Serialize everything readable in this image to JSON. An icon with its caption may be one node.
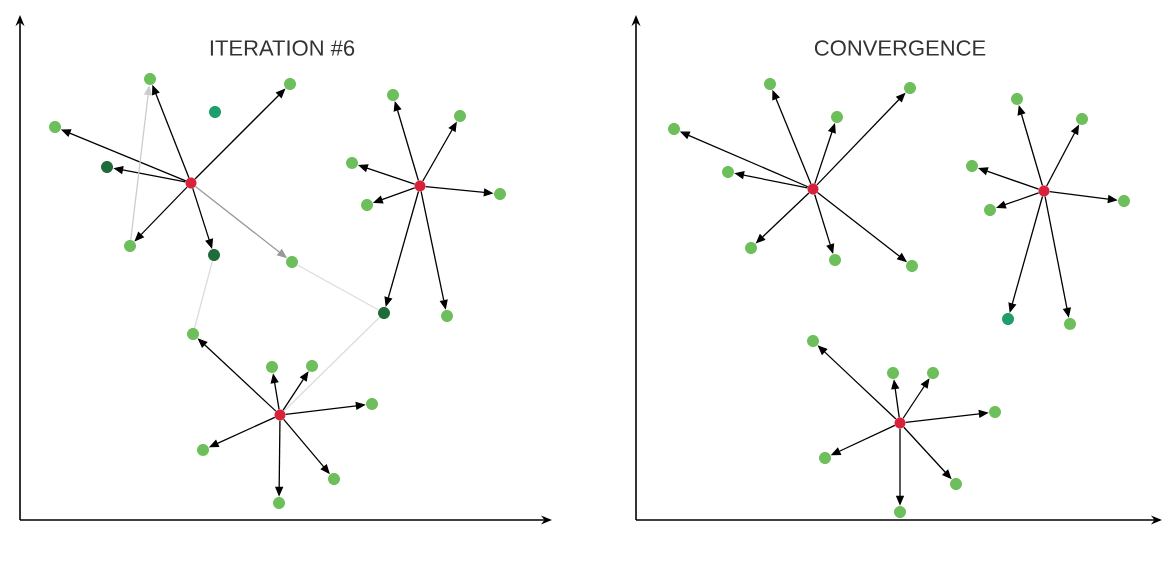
{
  "diagram": {
    "nodes": [
      {
        "text": [],
        "shape": "circle"
      },
      {
        "text": [],
        "shape": "circle"
      },
      {
        "text": [],
        "shape": "circle"
      },
      {
        "text": [],
        "shape": "circle"
      },
      {
        "text": [],
        "shape": "circle"
      },
      {
        "text": [],
        "shape": "circle"
      },
      {
        "text": [],
        "shape": "circle"
      },
      {
        "text": [],
        "shape": "circle"
      },
      {
        "text": [],
        "shape": "circle"
      },
      {
        "text": [],
        "shape": "circle"
      },
      {
        "text": [],
        "shape": "circle"
      },
      {
        "text": [],
        "shape": "circle"
      },
      {
        "text": [],
        "shape": "circle"
      },
      {
        "text": [],
        "shape": "circle"
      },
      {
        "text": [],
        "shape": "circle"
      },
      {
        "text": [],
        "shape": "circle"
      },
      {
        "text": [],
        "shape": "circle"
      },
      {
        "text": [],
        "shape": "circle"
      },
      {
        "text": [],
        "shape": "circle"
      },
      {
        "text": [],
        "shape": "circle"
      },
      {
        "text": [],
        "shape": "circle"
      },
      {
        "text": [],
        "shape": "circle"
      },
      {
        "text": [],
        "shape": "circle"
      },
      {
        "text": [],
        "shape": "circle"
      },
      {
        "text": [],
        "shape": "circle"
      },
      {
        "text": [],
        "shape": "circle"
      },
      {
        "text": [],
        "shape": "circle"
      },
      {
        "text": [],
        "shape": "circle"
      },
      {
        "text": [],
        "shape": "circle"
      },
      {
        "text": [],
        "shape": "circle"
      },
      {
        "text": [],
        "shape": "circle"
      },
      {
        "text": [],
        "shape": "circle"
      },
      {
        "text": [],
        "shape": "circle"
      },
      {
        "text": [],
        "shape": "circle"
      },
      {
        "text": [],
        "shape": "circle"
      },
      {
        "text": [],
        "shape": "circle"
      },
      {
        "text": [],
        "shape": "circle"
      },
      {
        "text": [],
        "shape": "circle"
      },
      {
        "text": [],
        "shape": "circle"
      },
      {
        "text": [],
        "shape": "circle"
      },
      {
        "text": [],
        "shape": "circle"
      },
      {
        "text": [],
        "shape": "circle"
      },
      {
        "text": [],
        "shape": "circle"
      },
      {
        "text": [],
        "shape": "circle"
      },
      {
        "text": [],
        "shape": "circle"
      },
      {
        "text": [],
        "shape": "circle"
      },
      {
        "text": [],
        "shape": "circle"
      },
      {
        "text": [],
        "shape": "circle"
      },
      {
        "text": [],
        "shape": "circle"
      },
      {
        "text": [],
        "shape": "circle"
      }
    ],
    "edges": [
      {
        "from": 0,
        "to": 1,
        "arrow": "to"
      },
      {
        "from": 0,
        "to": 2,
        "arrow": "to"
      },
      {
        "from": 0,
        "to": 4,
        "arrow": "to"
      },
      {
        "from": 0,
        "to": 5,
        "arrow": "to"
      },
      {
        "from": 0,
        "to": 6,
        "arrow": "to"
      },
      {
        "from": 0,
        "to": 7,
        "arrow": "to"
      },
      {
        "from": 0,
        "to": 8,
        "arrow": "to",
        "color": "#999999"
      },
      {
        "from": 6,
        "to": 1,
        "arrow": "to",
        "color": "#cccccc"
      },
      {
        "from": 15,
        "to": 8,
        "arrow": "none",
        "color": "#dddddd"
      },
      {
        "from": 18,
        "to": 7,
        "arrow": "none",
        "color": "#dddddd"
      },
      {
        "from": 15,
        "to": 17,
        "arrow": "none",
        "color": "#dddddd"
      },
      {
        "from": 9,
        "to": 10,
        "arrow": "to"
      },
      {
        "from": 9,
        "to": 11,
        "arrow": "to"
      },
      {
        "from": 9,
        "to": 12,
        "arrow": "to"
      },
      {
        "from": 9,
        "to": 13,
        "arrow": "to"
      },
      {
        "from": 9,
        "to": 14,
        "arrow": "to"
      },
      {
        "from": 9,
        "to": 15,
        "arrow": "to"
      },
      {
        "from": 9,
        "to": 16,
        "arrow": "to"
      },
      {
        "from": 17,
        "to": 18,
        "arrow": "to"
      },
      {
        "from": 17,
        "to": 19,
        "arrow": "to"
      },
      {
        "from": 17,
        "to": 20,
        "arrow": "to"
      },
      {
        "from": 17,
        "to": 21,
        "arrow": "to"
      },
      {
        "from": 17,
        "to": 22,
        "arrow": "to"
      },
      {
        "from": 17,
        "to": 23,
        "arrow": "to"
      },
      {
        "from": 17,
        "to": 24,
        "arrow": "to"
      },
      {
        "from": 25,
        "to": 26,
        "arrow": "to"
      },
      {
        "from": 25,
        "to": 27,
        "arrow": "to"
      },
      {
        "from": 25,
        "to": 28,
        "arrow": "to"
      },
      {
        "from": 25,
        "to": 29,
        "arrow": "to"
      },
      {
        "from": 25,
        "to": 30,
        "arrow": "to"
      },
      {
        "from": 25,
        "to": 31,
        "arrow": "to"
      },
      {
        "from": 25,
        "to": 32,
        "arrow": "to"
      },
      {
        "from": 25,
        "to": 33,
        "arrow": "to"
      },
      {
        "from": 34,
        "to": 35,
        "arrow": "to"
      },
      {
        "from": 34,
        "to": 36,
        "arrow": "to"
      },
      {
        "from": 34,
        "to": 37,
        "arrow": "to"
      },
      {
        "from": 34,
        "to": 38,
        "arrow": "to"
      },
      {
        "from": 34,
        "to": 39,
        "arrow": "to"
      },
      {
        "from": 34,
        "to": 40,
        "arrow": "to"
      },
      {
        "from": 34,
        "to": 41,
        "arrow": "to"
      },
      {
        "from": 42,
        "to": 43,
        "arrow": "to"
      },
      {
        "from": 42,
        "to": 44,
        "arrow": "to"
      },
      {
        "from": 42,
        "to": 45,
        "arrow": "to"
      },
      {
        "from": 42,
        "to": 46,
        "arrow": "to"
      },
      {
        "from": 42,
        "to": 47,
        "arrow": "to"
      },
      {
        "from": 42,
        "to": 48,
        "arrow": "to"
      },
      {
        "from": 42,
        "to": 49,
        "arrow": "to"
      }
    ],
    "labels": [
      "ITERATION #6",
      "CONVERGENCE"
    ]
  }
}
